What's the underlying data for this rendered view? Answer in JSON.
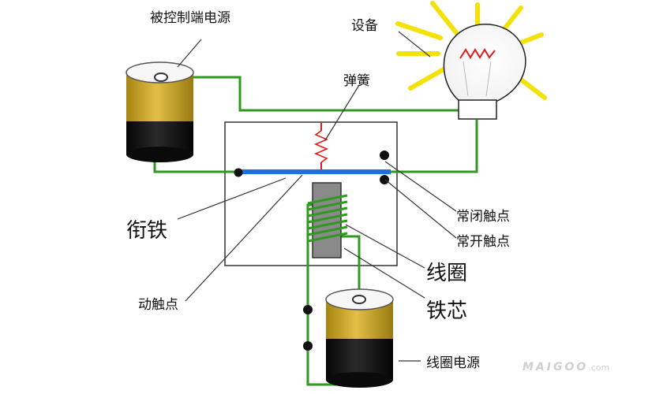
{
  "labels": {
    "controlled_power": "被控制端电源",
    "device": "设备",
    "spring": "弹簧",
    "armature": "衔铁",
    "normally_closed": "常闭触点",
    "normally_open": "常开触点",
    "coil": "线圈",
    "iron_core": "铁芯",
    "moving_contact": "动触点",
    "coil_power": "线圈电源"
  },
  "watermark": {
    "brand": "MAIGOO",
    "domain": ".com"
  },
  "colors": {
    "wire": "#2f9a1f",
    "armature": "#1e6fe0",
    "spring": "#e01b1b",
    "battery_gold": "#c9a227",
    "battery_dark": "#151515",
    "core": "#8a8a8a",
    "bulb_ray": "#f2e20a"
  }
}
